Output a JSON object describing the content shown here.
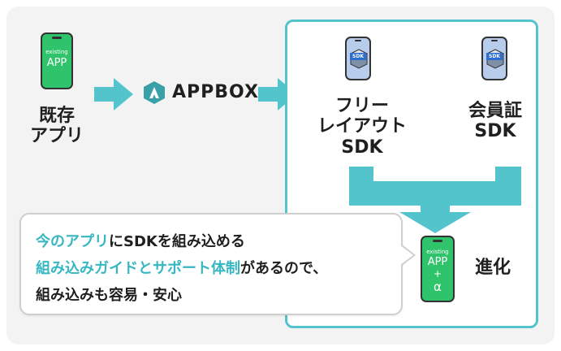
{
  "existing_phone": {
    "line1": "existing",
    "line2": "APP"
  },
  "existing_label": {
    "line1": "既存",
    "line2": "アプリ"
  },
  "logo": {
    "text": "APPBOX"
  },
  "sdk_badge": "SDK",
  "free_layout_label": {
    "line1": "フリー",
    "line2": "レイアウト",
    "line3": "SDK"
  },
  "membership_label": {
    "line1": "会員証",
    "line2": "SDK"
  },
  "evolved_phone": {
    "line1": "existing",
    "line2": "APP",
    "line3": "+",
    "line4": "α"
  },
  "evolution_label": "進化",
  "callout": {
    "line1_highlight": "今のアプリ",
    "line1_rest": "にSDKを組み込める",
    "line2_highlight": "組み込みガイドとサポート体制",
    "line2_rest": "があるので、",
    "line3": "組み込みも容易・安心"
  },
  "colors": {
    "accent": "#54c4cc",
    "highlight_text": "#37b7c3",
    "phone_green": "#2fc46b",
    "text": "#1f1f1f"
  }
}
